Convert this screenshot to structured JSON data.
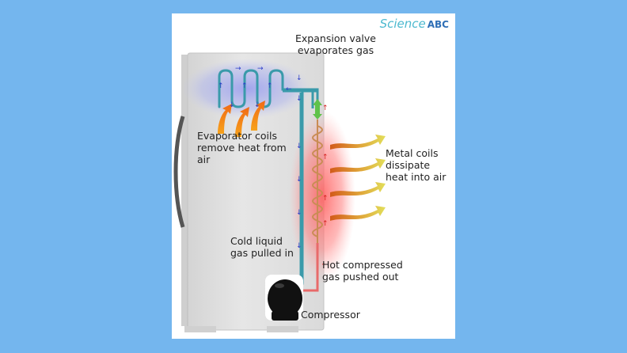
{
  "brand": {
    "name": "Science",
    "suffix": "ABC"
  },
  "labels": {
    "expansion_valve": "Expansion valve\nevaporates gas",
    "evaporator": "Evaporator coils\nremove heat from\nair",
    "metal_coils": "Metal coils\ndissipate\nheat into air",
    "cold_liquid": "Cold liquid\ngas pulled in",
    "hot_compressed": "Hot compressed\ngas pushed out",
    "compressor": "Compressor"
  },
  "colors": {
    "background": "#74b6ee",
    "pipe": "#3a9aaa",
    "hot_glow": "#ff6b6b",
    "cold_glow": "#8c96e8",
    "heat_arrow": "#f08a1c",
    "dissipation_arrow": "#d8d23a",
    "valve": "#5fc24a",
    "flow_arrow_cold": "#2a3cc8",
    "flow_arrow_hot": "#d42020"
  }
}
